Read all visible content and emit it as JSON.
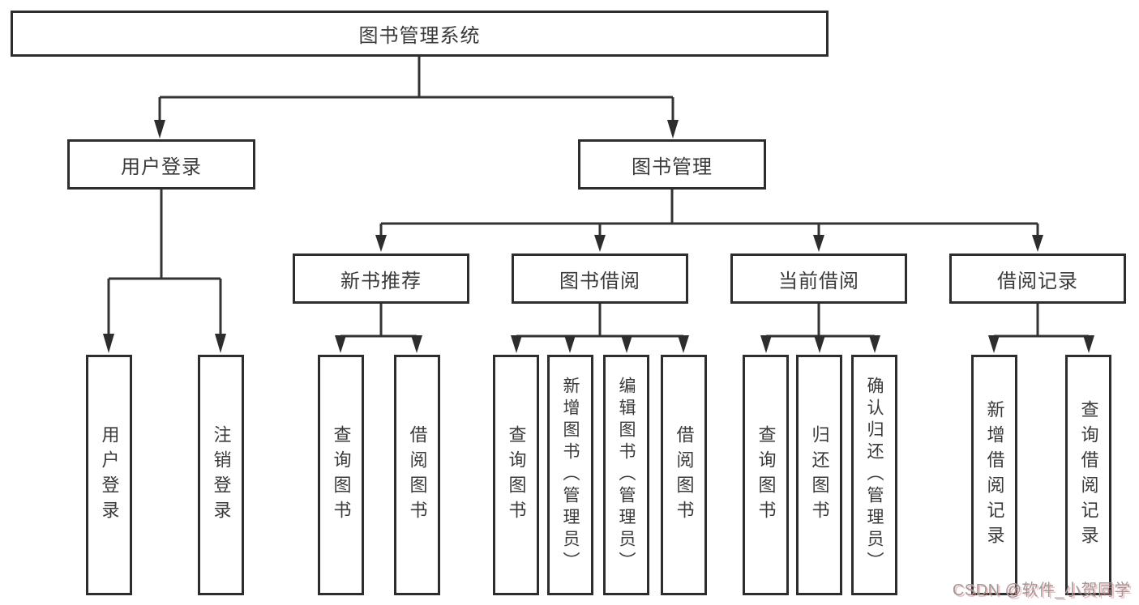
{
  "diagram": {
    "root": {
      "label": "图书管理系统"
    },
    "level2": [
      {
        "id": "user-login",
        "label": "用户登录"
      },
      {
        "id": "book-management",
        "label": "图书管理"
      }
    ],
    "level3": [
      {
        "id": "new-book-recommend",
        "label": "新书推荐"
      },
      {
        "id": "book-borrow",
        "label": "图书借阅"
      },
      {
        "id": "current-borrow",
        "label": "当前借阅"
      },
      {
        "id": "borrow-records",
        "label": "借阅记录"
      }
    ],
    "leaves": [
      {
        "id": "leaf-user-login",
        "label": "用户登录"
      },
      {
        "id": "leaf-logout",
        "label": "注销登录"
      },
      {
        "id": "leaf-query-books-1",
        "label": "查询图书"
      },
      {
        "id": "leaf-borrow-books-1",
        "label": "借阅图书"
      },
      {
        "id": "leaf-query-books-2",
        "label": "查询图书"
      },
      {
        "id": "leaf-add-book-admin",
        "label": "新增图书（管理员）"
      },
      {
        "id": "leaf-edit-book-admin",
        "label": "编辑图书（管理员）"
      },
      {
        "id": "leaf-borrow-books-2",
        "label": "借阅图书"
      },
      {
        "id": "leaf-query-books-3",
        "label": "查询图书"
      },
      {
        "id": "leaf-return-book",
        "label": "归还图书"
      },
      {
        "id": "leaf-confirm-return-admin",
        "label": "确认归还（管理员）"
      },
      {
        "id": "leaf-add-borrow-record",
        "label": "新增借阅记录"
      },
      {
        "id": "leaf-query-borrow-record",
        "label": "查询借阅记录"
      }
    ],
    "watermark": "CSDN @软件_小贺同学",
    "colors": {
      "line": "#333333",
      "border": "#2d2d2d",
      "text": "#3a3a3a",
      "watermark": "#9b9b9b",
      "watermark_shadow": "#f48888"
    }
  }
}
